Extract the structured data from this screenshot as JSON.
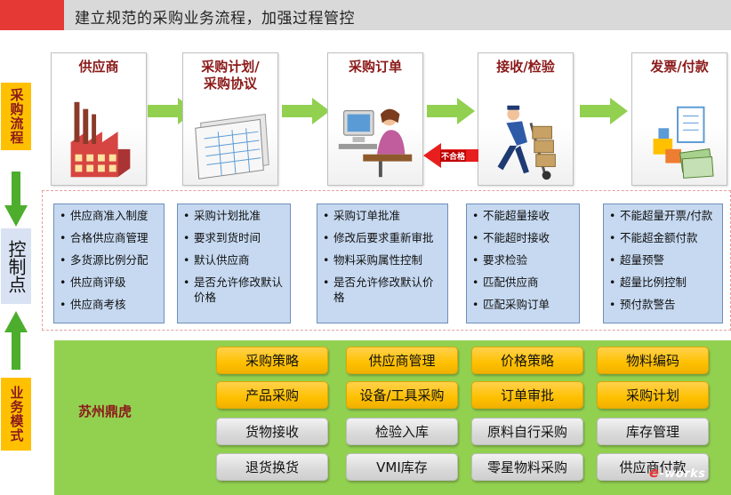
{
  "header": {
    "title": "建立规范的采购业务流程，加强过程管控"
  },
  "side": {
    "process": "采购流程",
    "control": "控制点",
    "mode": "业务模式"
  },
  "process": [
    {
      "title": "供应商"
    },
    {
      "title": "采购计划/\n采购协议"
    },
    {
      "title": "采购订单"
    },
    {
      "title": "接收/检验"
    },
    {
      "title": "发票/付款"
    }
  ],
  "reject_label": "不合格",
  "controls": [
    [
      "供应商准入制度",
      "合格供应商管理",
      "多货源比例分配",
      "供应商评级",
      "供应商考核"
    ],
    [
      "采购计划批准",
      "要求到货时间",
      "默认供应商",
      "是否允许修改默认价格"
    ],
    [
      "采购订单批准",
      "修改后要求重新审批",
      "物料采购属性控制",
      "是否允许修改默认价格"
    ],
    [
      "不能超量接收",
      "不能超时接收",
      "要求检验",
      "匹配供应商",
      "匹配采购订单"
    ],
    [
      "不能超量开票/付款",
      "不能超金额付款",
      "超量预警",
      "超量比例控制",
      "预付款警告"
    ]
  ],
  "mode": {
    "company": "苏州鼎虎",
    "rows": [
      [
        "采购策略",
        "供应商管理",
        "价格策略",
        "物料编码"
      ],
      [
        "产品采购",
        "设备/工具采购",
        "订单审批",
        "采购计划"
      ],
      [
        "货物接收",
        "检验入库",
        "原料自行采购",
        "库存管理"
      ],
      [
        "退货换货",
        "VMI库存",
        "零星物料采购",
        "供应商付款"
      ]
    ]
  },
  "watermark": {
    "e": "e",
    "rest": "-works"
  },
  "colors": {
    "accent": "#e53935",
    "label": "#ffc000",
    "green": "#92d050",
    "control": "#c6d9f1"
  }
}
